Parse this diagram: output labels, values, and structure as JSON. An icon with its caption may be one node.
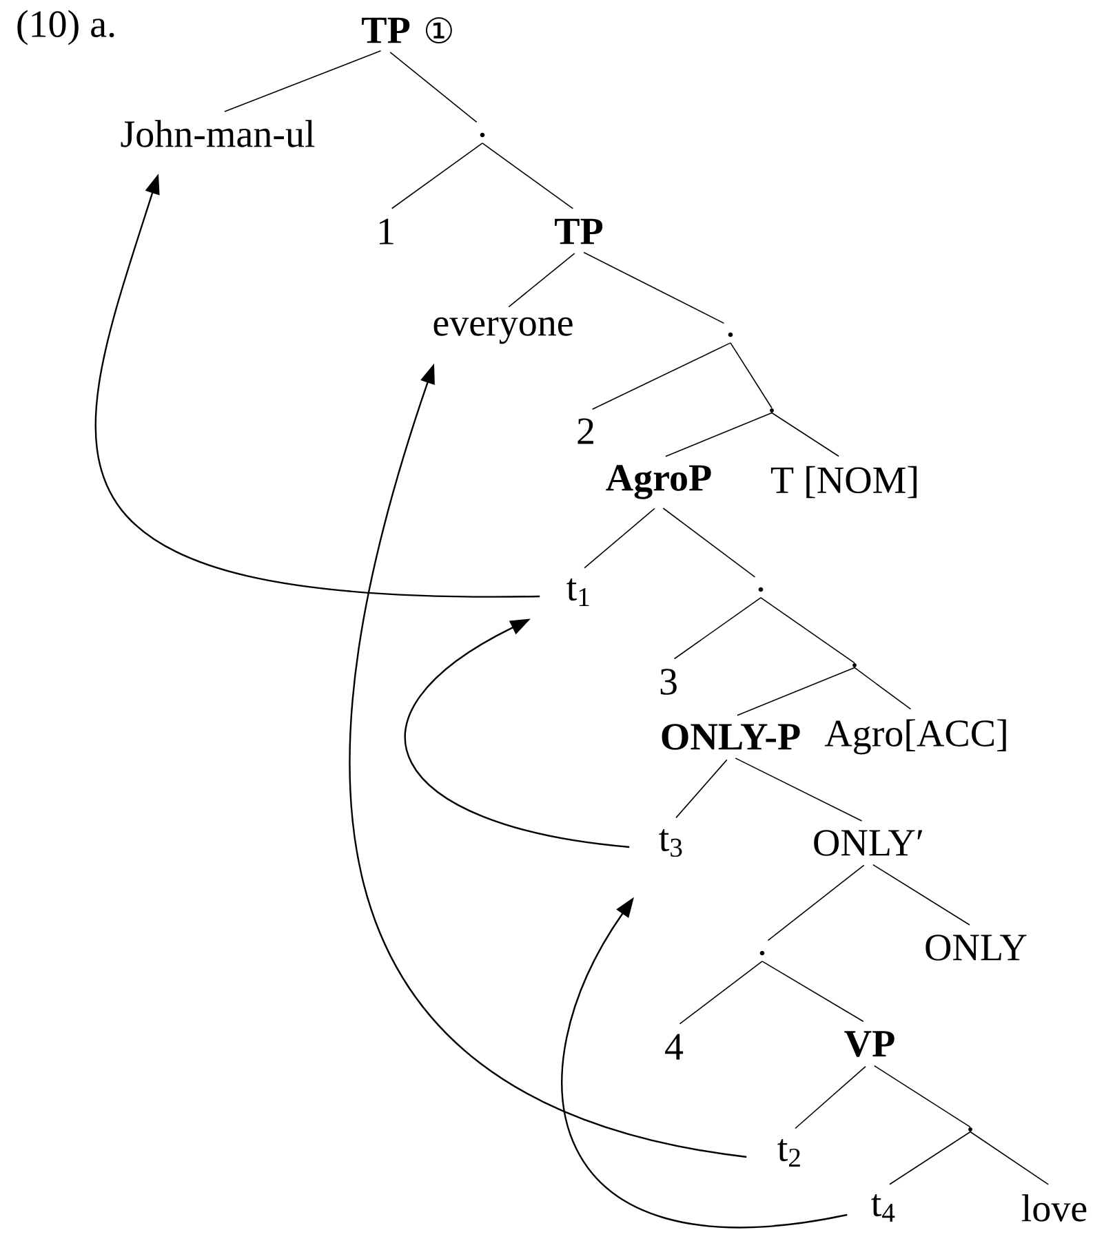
{
  "diagram": {
    "nodes": [
      {
        "text": [
          "TP"
        ],
        "beside": [
          "①"
        ]
      },
      {
        "text": [
          "John-man-ul"
        ]
      },
      {
        "text": [
          "."
        ]
      },
      {
        "text": [
          "1"
        ]
      },
      {
        "text": [
          "TP"
        ]
      },
      {
        "text": [
          "everyone"
        ]
      },
      {
        "text": [
          "."
        ]
      },
      {
        "text": [
          "2"
        ]
      },
      {
        "text": [],
        "shape": "point"
      },
      {
        "text": [
          "AgroP"
        ]
      },
      {
        "text": [
          "T [NOM]"
        ]
      },
      {
        "text": [
          "t$_{1}$"
        ]
      },
      {
        "text": [
          "."
        ]
      },
      {
        "text": [
          "3"
        ]
      },
      {
        "text": [],
        "shape": "point"
      },
      {
        "text": [
          "ONLY-P"
        ]
      },
      {
        "text": [
          "Agro[ACC]"
        ]
      },
      {
        "text": [
          "t$_{3}$"
        ]
      },
      {
        "text": [
          "ONLY′"
        ]
      },
      {
        "text": [
          "."
        ]
      },
      {
        "text": [
          "ONLY"
        ]
      },
      {
        "text": [
          "4"
        ]
      },
      {
        "text": [
          "VP"
        ]
      },
      {
        "text": [
          "t$_{2}$"
        ]
      },
      {
        "text": [],
        "shape": "point"
      },
      {
        "text": [
          "t$_{4}$"
        ]
      },
      {
        "text": [
          "love"
        ]
      }
    ],
    "edges": [
      {
        "from": 0,
        "to": 1,
        "arrow": "none"
      },
      {
        "from": 0,
        "to": 2,
        "arrow": "none"
      },
      {
        "from": 2,
        "to": 3,
        "arrow": "none"
      },
      {
        "from": 2,
        "to": 4,
        "arrow": "none"
      },
      {
        "from": 4,
        "to": 5,
        "arrow": "none"
      },
      {
        "from": 4,
        "to": 6,
        "arrow": "none"
      },
      {
        "from": 6,
        "to": 7,
        "arrow": "none"
      },
      {
        "from": 6,
        "to": 8,
        "arrow": "none"
      },
      {
        "from": 8,
        "to": 9,
        "arrow": "none"
      },
      {
        "from": 8,
        "to": 10,
        "arrow": "none"
      },
      {
        "from": 9,
        "to": 11,
        "arrow": "none"
      },
      {
        "from": 9,
        "to": 12,
        "arrow": "none"
      },
      {
        "from": 12,
        "to": 13,
        "arrow": "none"
      },
      {
        "from": 12,
        "to": 14,
        "arrow": "none"
      },
      {
        "from": 14,
        "to": 15,
        "arrow": "none"
      },
      {
        "from": 14,
        "to": 16,
        "arrow": "none"
      },
      {
        "from": 15,
        "to": 17,
        "arrow": "none"
      },
      {
        "from": 15,
        "to": 18,
        "arrow": "none"
      },
      {
        "from": 18,
        "to": 19,
        "arrow": "none"
      },
      {
        "from": 18,
        "to": 20,
        "arrow": "none"
      },
      {
        "from": 19,
        "to": 21,
        "arrow": "none"
      },
      {
        "from": 19,
        "to": 22,
        "arrow": "none"
      },
      {
        "from": 22,
        "to": 23,
        "arrow": "none"
      },
      {
        "from": 22,
        "to": 24,
        "arrow": "none"
      },
      {
        "from": 24,
        "to": 25,
        "arrow": "none"
      },
      {
        "from": 24,
        "to": 26,
        "arrow": "none"
      },
      {
        "from": 11,
        "to": 1,
        "arrow": "to"
      },
      {
        "from": 23,
        "to": 5,
        "arrow": "to"
      },
      {
        "from": 17,
        "to": 11,
        "arrow": "to"
      },
      {
        "from": 25,
        "to": 17,
        "arrow": "to"
      }
    ],
    "labels": [
      "(10) a."
    ]
  }
}
